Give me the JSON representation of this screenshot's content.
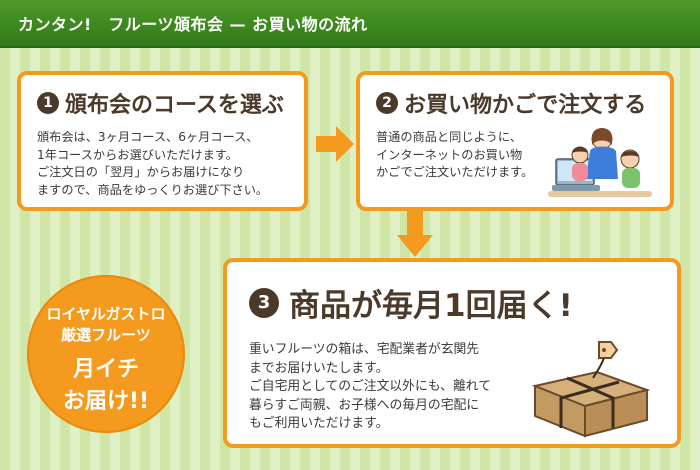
{
  "header": {
    "title": "カンタン!　フルーツ頒布会 — お買い物の流れ"
  },
  "steps": [
    {
      "number": "1",
      "title": "頒布会のコースを選ぶ",
      "body": "頒布会は、3ヶ月コース、6ヶ月コース、\n1年コースからお選びいただけます。\nご注文日の「翌月」からお届けになり\nますので、商品をゆっくりお選び下さい。"
    },
    {
      "number": "2",
      "title": "お買い物かごで注文する",
      "body": "普通の商品と同じように、\nインターネットのお買い物\nかごでご注文いただけます。"
    },
    {
      "number": "3",
      "title": "商品が毎月1回届く!",
      "body": "重いフルーツの箱は、宅配業者が玄関先\nまでお届けいたします。\nご自宅用としてのご注文以外にも、離れて\n暮らすご両親、お子様への毎月の宅配に\nもご利用いただけます。"
    }
  ],
  "badge": {
    "line1": "ロイヤルガストロ",
    "line2": "厳選フルーツ",
    "line3": "月イチ",
    "line4": "お届け!!"
  },
  "colors": {
    "header_green": "#2f7a17",
    "accent_orange": "#f39a1f",
    "text_brown": "#4b3a2a",
    "stripe_light": "#dff0c4",
    "stripe_mid": "#cfe6a7"
  },
  "icons": {
    "arrow_right": "arrow-right-icon",
    "arrow_down": "arrow-down-icon",
    "family_computer": "family-computer-illustration",
    "parcel": "parcel-icon"
  }
}
